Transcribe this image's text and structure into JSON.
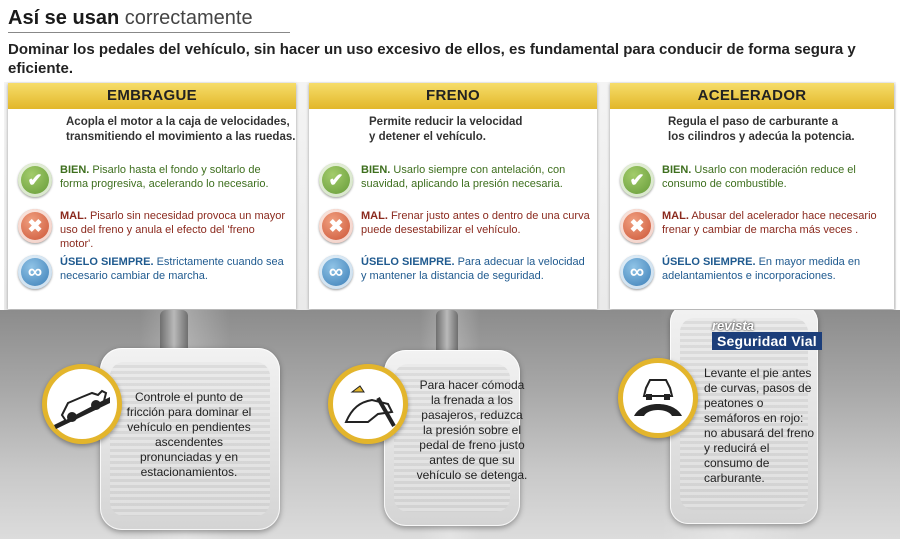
{
  "header": {
    "title_bold": "Así se usan",
    "title_light": "correctamente",
    "subtitle": "Dominar los pedales del vehículo, sin hacer un uso excesivo de ellos, es fundamental para conducir de forma segura y eficiente."
  },
  "columns": [
    {
      "title": "EMBRAGUE",
      "desc_1": "Acopla el motor a la caja de velocidades,",
      "desc_2": "transmitiendo el movimiento a las ruedas.",
      "good_key": "BIEN.",
      "good_text": "Pisarlo hasta el fondo y soltarlo de forma progresiva, acelerando lo necesario.",
      "bad_key": "MAL.",
      "bad_text": "Pisarlo sin necesidad provoca un mayor uso del freno y anula el efecto del 'freno motor'.",
      "always_key": "ÚSELO SIEMPRE.",
      "always_text": "Estrictamente cuando sea necesario cambiar de marcha."
    },
    {
      "title": "FRENO",
      "desc_1": "Permite reducir la velocidad",
      "desc_2": "y detener el vehículo.",
      "good_key": "BIEN.",
      "good_text": "Usarlo siempre con antelación, con suavidad, aplicando la presión necesaria.",
      "bad_key": "MAL.",
      "bad_text": "Frenar justo antes o dentro de una curva puede desestabilizar el vehículo.",
      "always_key": "ÚSELO SIEMPRE.",
      "always_text": "Para adecuar la velocidad y mantener la distancia de seguridad."
    },
    {
      "title": "ACELERADOR",
      "desc_1": "Regula el paso de carburante a",
      "desc_2": "los cilindros y adecúa la potencia.",
      "good_key": "BIEN.",
      "good_text": "Usarlo con moderación reduce el consumo de combustible.",
      "bad_key": "MAL.",
      "bad_text": "Abusar del acelerador hace necesario frenar y cambiar de marcha más veces .",
      "always_key": "ÚSELO SIEMPRE.",
      "always_text": "En mayor medida en adelantamientos e incorporaciones."
    }
  ],
  "tips": {
    "clutch": "Controle el punto de fricción para dominar el vehículo en pendientes ascendentes pronunciadas y en estacionamientos.",
    "brake": "Para hacer cómoda la frenada a los pasajeros, reduzca la presión sobre el pedal de freno justo antes de que su vehículo se detenga.",
    "accelerator": "Levante el pie antes de curvas, pasos de peatones o semáforos en rojo: no abusará del freno y reducirá el consumo de carburante."
  },
  "logo": {
    "line1": "revista",
    "line2": "Seguridad Vial"
  },
  "icons": {
    "good": "check-icon",
    "bad": "cross-icon",
    "always": "infinity-icon"
  }
}
